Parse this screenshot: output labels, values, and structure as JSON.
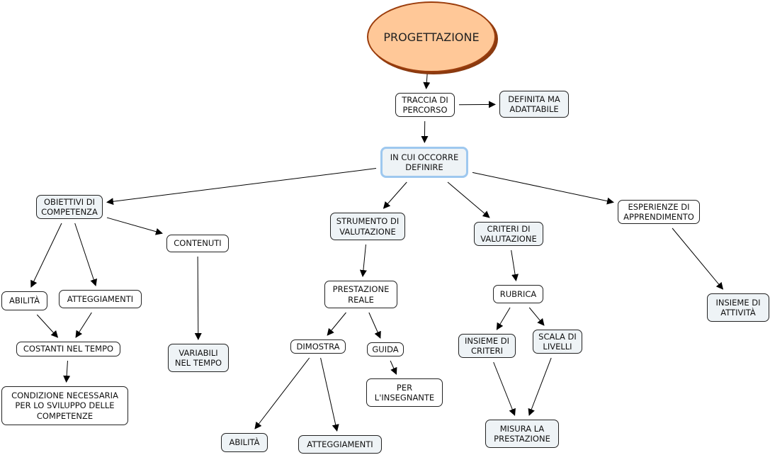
{
  "root": {
    "id": "progettazione",
    "label": "PROGETTAZIONE",
    "fill": "#ffc898",
    "border": "#9b3d0c"
  },
  "nodes": [
    {
      "id": "traccia",
      "label": "TRACCIA DI\nPERCORSO",
      "style": "plain"
    },
    {
      "id": "definita",
      "label": "DEFINITA MA\nADATTABILE",
      "style": "shaded"
    },
    {
      "id": "incui",
      "label": "IN CUI OCCORRE\nDEFINIRE",
      "style": "focus"
    },
    {
      "id": "obiettivi",
      "label": "OBIETTIVI DI\nCOMPETENZA",
      "style": "shaded"
    },
    {
      "id": "contenuti",
      "label": "CONTENUTI",
      "style": "plain"
    },
    {
      "id": "abilita1",
      "label": "ABILITÀ",
      "style": "plain"
    },
    {
      "id": "atteg1",
      "label": "ATTEGGIAMENTI",
      "style": "plain"
    },
    {
      "id": "costanti",
      "label": "COSTANTI NEL TEMPO",
      "style": "plain"
    },
    {
      "id": "variabili",
      "label": "VARIABILI\nNEL TEMPO",
      "style": "shaded"
    },
    {
      "id": "condizione",
      "label": "CONDIZIONE NECESSARIA\nPER LO SVILUPPO DELLE\nCOMPETENZE",
      "style": "plain"
    },
    {
      "id": "strumento",
      "label": "STRUMENTO DI\nVALUTAZIONE",
      "style": "shaded"
    },
    {
      "id": "prestazione",
      "label": "PRESTAZIONE\nREALE",
      "style": "plain"
    },
    {
      "id": "dimostra",
      "label": "DIMOSTRA",
      "style": "plain"
    },
    {
      "id": "guida",
      "label": "GUIDA",
      "style": "plain"
    },
    {
      "id": "perins",
      "label": "PER\nL'INSEGNANTE",
      "style": "plain"
    },
    {
      "id": "abilita2",
      "label": "ABILITÀ",
      "style": "shaded"
    },
    {
      "id": "atteg2",
      "label": "ATTEGGIAMENTI",
      "style": "shaded"
    },
    {
      "id": "criteri",
      "label": "CRITERI DI\nVALUTAZIONE",
      "style": "shaded"
    },
    {
      "id": "rubrica",
      "label": "RUBRICA",
      "style": "plain"
    },
    {
      "id": "insiemecrit",
      "label": "INSIEME DI\nCRITERI",
      "style": "shaded"
    },
    {
      "id": "scala",
      "label": "SCALA DI\nLIVELLI",
      "style": "shaded"
    },
    {
      "id": "misura",
      "label": "MISURA LA\nPRESTAZIONE",
      "style": "shaded"
    },
    {
      "id": "esperienze",
      "label": "ESPERIENZE DI\nAPPRENDIMENTO",
      "style": "plain"
    },
    {
      "id": "insiemeatt",
      "label": "INSIEME DI\nATTIVITÀ",
      "style": "shaded"
    }
  ],
  "edges": [
    [
      "progettazione",
      "traccia"
    ],
    [
      "traccia",
      "definita"
    ],
    [
      "traccia",
      "incui"
    ],
    [
      "incui",
      "obiettivi"
    ],
    [
      "incui",
      "strumento"
    ],
    [
      "incui",
      "criteri"
    ],
    [
      "incui",
      "esperienze"
    ],
    [
      "obiettivi",
      "contenuti"
    ],
    [
      "obiettivi",
      "abilita1"
    ],
    [
      "obiettivi",
      "atteg1"
    ],
    [
      "abilita1",
      "costanti"
    ],
    [
      "atteg1",
      "costanti"
    ],
    [
      "costanti",
      "condizione"
    ],
    [
      "contenuti",
      "variabili"
    ],
    [
      "strumento",
      "prestazione"
    ],
    [
      "prestazione",
      "dimostra"
    ],
    [
      "prestazione",
      "guida"
    ],
    [
      "guida",
      "perins"
    ],
    [
      "dimostra",
      "abilita2"
    ],
    [
      "dimostra",
      "atteg2"
    ],
    [
      "criteri",
      "rubrica"
    ],
    [
      "rubrica",
      "insiemecrit"
    ],
    [
      "rubrica",
      "scala"
    ],
    [
      "insiemecrit",
      "misura"
    ],
    [
      "scala",
      "misura"
    ],
    [
      "esperienze",
      "insiemeatt"
    ]
  ]
}
